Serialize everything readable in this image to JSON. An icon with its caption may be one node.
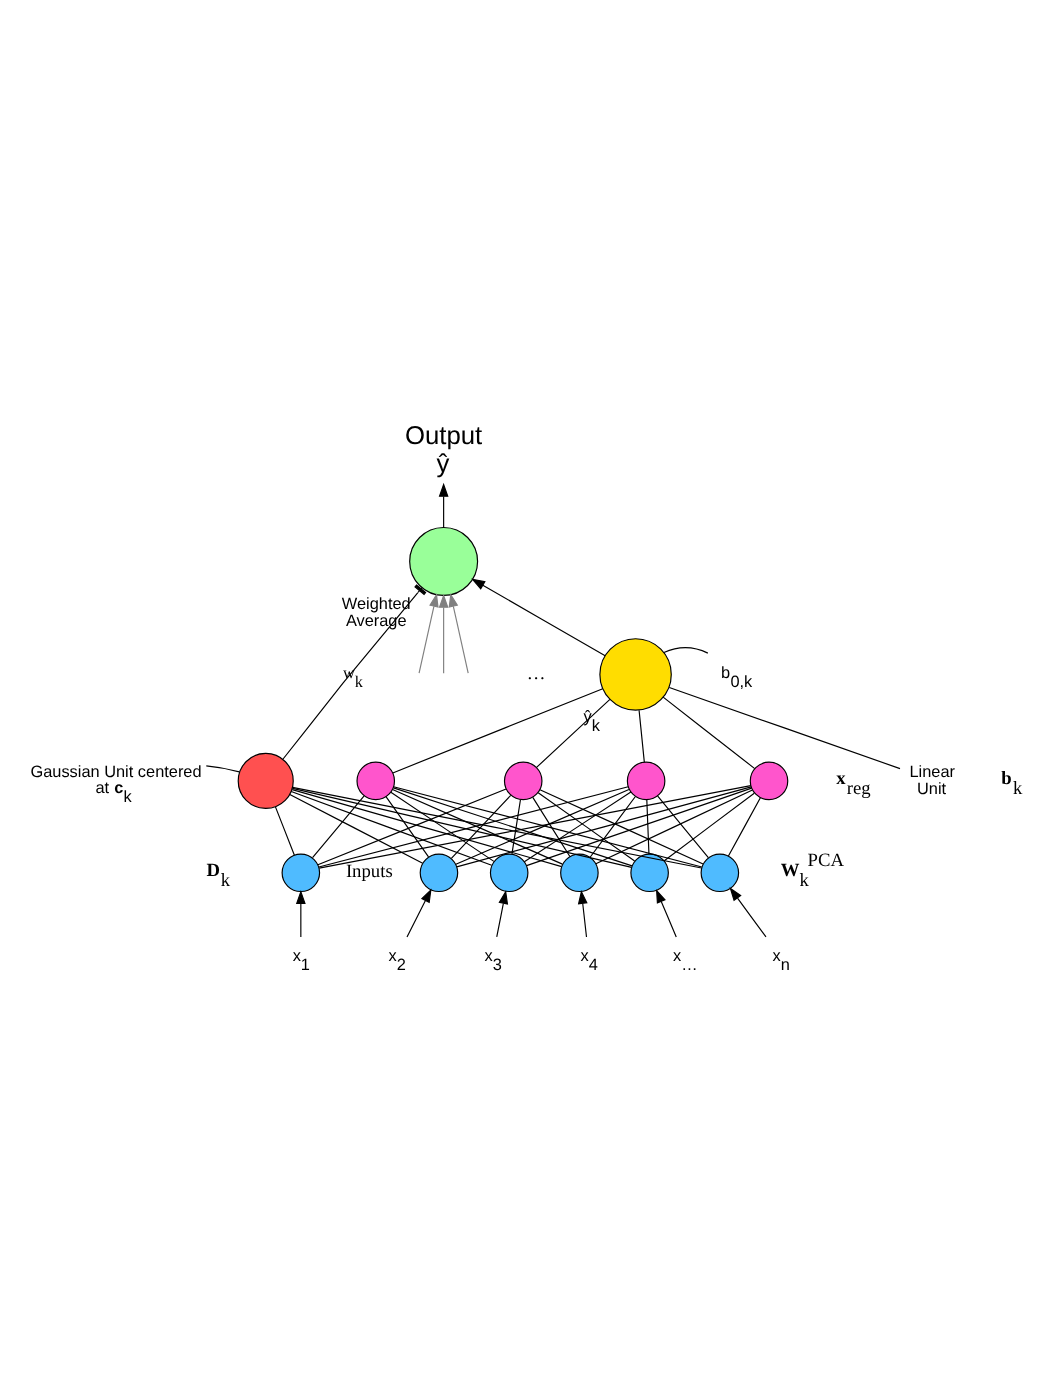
{
  "diagram": {
    "nodes": [
      {
        "text": [
          "Output",
          "ŷ"
        ]
      },
      {
        "text": [],
        "shape": "circle",
        "beside": [
          "Weighted Average"
        ]
      },
      {
        "text": [
          "Linear Unit"
        ]
      },
      {
        "text": [],
        "shape": "circle",
        "beside": [
          "ŷ$_{k}$"
        ]
      },
      {
        "text": [
          "b$_{0,k}$"
        ]
      },
      {
        "text": [
          "Gaussian Unit centered at **c**$_{k}$"
        ]
      },
      {
        "text": [],
        "shape": "circle"
      },
      {
        "text": [],
        "shape": "circle"
      },
      {
        "text": [],
        "shape": "circle"
      },
      {
        "text": [],
        "shape": "circle"
      },
      {
        "text": [],
        "shape": "circle"
      },
      {
        "text": [],
        "shape": "circle"
      },
      {
        "text": [],
        "shape": "circle"
      },
      {
        "text": [],
        "shape": "circle"
      },
      {
        "text": [],
        "shape": "circle"
      },
      {
        "text": [],
        "shape": "circle"
      },
      {
        "text": [],
        "shape": "circle"
      },
      {
        "text": [
          "x$_{1}$"
        ]
      },
      {
        "text": [
          "x$_{2}$"
        ]
      },
      {
        "text": [
          "x$_{3}$"
        ]
      },
      {
        "text": [
          "x$_{4}$"
        ]
      },
      {
        "text": [
          "x$_{…}$"
        ]
      },
      {
        "text": [
          "x$_{n}$"
        ]
      }
    ],
    "edges": [
      {
        "from": 1,
        "to": 0,
        "arrow": "to"
      },
      {
        "from": null,
        "to": 1,
        "arrow": "to",
        "color": "#808080"
      },
      {
        "from": null,
        "to": 1,
        "arrow": "to",
        "color": "#808080"
      },
      {
        "from": null,
        "to": 1,
        "arrow": "to",
        "color": "#808080"
      },
      {
        "from": 3,
        "to": 1,
        "arrow": "to"
      },
      {
        "from": 6,
        "to": 1,
        "arrow": "other",
        "label": "w$_{k}$"
      },
      {
        "from": 2,
        "to": 3,
        "arrow": "none"
      },
      {
        "from": 4,
        "to": 3,
        "arrow": "none"
      },
      {
        "from": 5,
        "to": 6,
        "arrow": "none"
      },
      {
        "from": 7,
        "to": 3,
        "arrow": "none"
      },
      {
        "from": 8,
        "to": 3,
        "arrow": "none"
      },
      {
        "from": 9,
        "to": 3,
        "arrow": "none"
      },
      {
        "from": 10,
        "to": 3,
        "arrow": "none"
      },
      {
        "from": 11,
        "to": 6,
        "arrow": "none"
      },
      {
        "from": 12,
        "to": 6,
        "arrow": "none"
      },
      {
        "from": 13,
        "to": 6,
        "arrow": "none"
      },
      {
        "from": 14,
        "to": 6,
        "arrow": "none"
      },
      {
        "from": 15,
        "to": 6,
        "arrow": "none"
      },
      {
        "from": 16,
        "to": 6,
        "arrow": "none"
      },
      {
        "from": 11,
        "to": 7,
        "arrow": "none"
      },
      {
        "from": 11,
        "to": 8,
        "arrow": "none"
      },
      {
        "from": 11,
        "to": 9,
        "arrow": "none"
      },
      {
        "from": 11,
        "to": 10,
        "arrow": "none"
      },
      {
        "from": 12,
        "to": 7,
        "arrow": "none"
      },
      {
        "from": 12,
        "to": 8,
        "arrow": "none"
      },
      {
        "from": 12,
        "to": 9,
        "arrow": "none"
      },
      {
        "from": 12,
        "to": 10,
        "arrow": "none"
      },
      {
        "from": 13,
        "to": 7,
        "arrow": "none"
      },
      {
        "from": 13,
        "to": 8,
        "arrow": "none"
      },
      {
        "from": 13,
        "to": 9,
        "arrow": "none"
      },
      {
        "from": 13,
        "to": 10,
        "arrow": "none"
      },
      {
        "from": 14,
        "to": 7,
        "arrow": "none"
      },
      {
        "from": 14,
        "to": 8,
        "arrow": "none"
      },
      {
        "from": 14,
        "to": 9,
        "arrow": "none"
      },
      {
        "from": 14,
        "to": 10,
        "arrow": "none"
      },
      {
        "from": 15,
        "to": 7,
        "arrow": "none"
      },
      {
        "from": 15,
        "to": 8,
        "arrow": "none"
      },
      {
        "from": 15,
        "to": 9,
        "arrow": "none"
      },
      {
        "from": 15,
        "to": 10,
        "arrow": "none"
      },
      {
        "from": 16,
        "to": 7,
        "arrow": "none"
      },
      {
        "from": 16,
        "to": 8,
        "arrow": "none"
      },
      {
        "from": 16,
        "to": 9,
        "arrow": "none"
      },
      {
        "from": 16,
        "to": 10,
        "arrow": "none"
      },
      {
        "from": 17,
        "to": 11,
        "arrow": "to"
      },
      {
        "from": 18,
        "to": 12,
        "arrow": "to"
      },
      {
        "from": 19,
        "to": 13,
        "arrow": "to"
      },
      {
        "from": 20,
        "to": 14,
        "arrow": "to"
      },
      {
        "from": 21,
        "to": 15,
        "arrow": "to"
      },
      {
        "from": 22,
        "to": 16,
        "arrow": "to"
      }
    ],
    "labels": [
      "…",
      "**b**$_{k}$",
      "**x**$_{reg}$",
      "**W**$_{k}$$^{PCA}$",
      "**D**$_{k}$",
      "Inputs"
    ]
  }
}
